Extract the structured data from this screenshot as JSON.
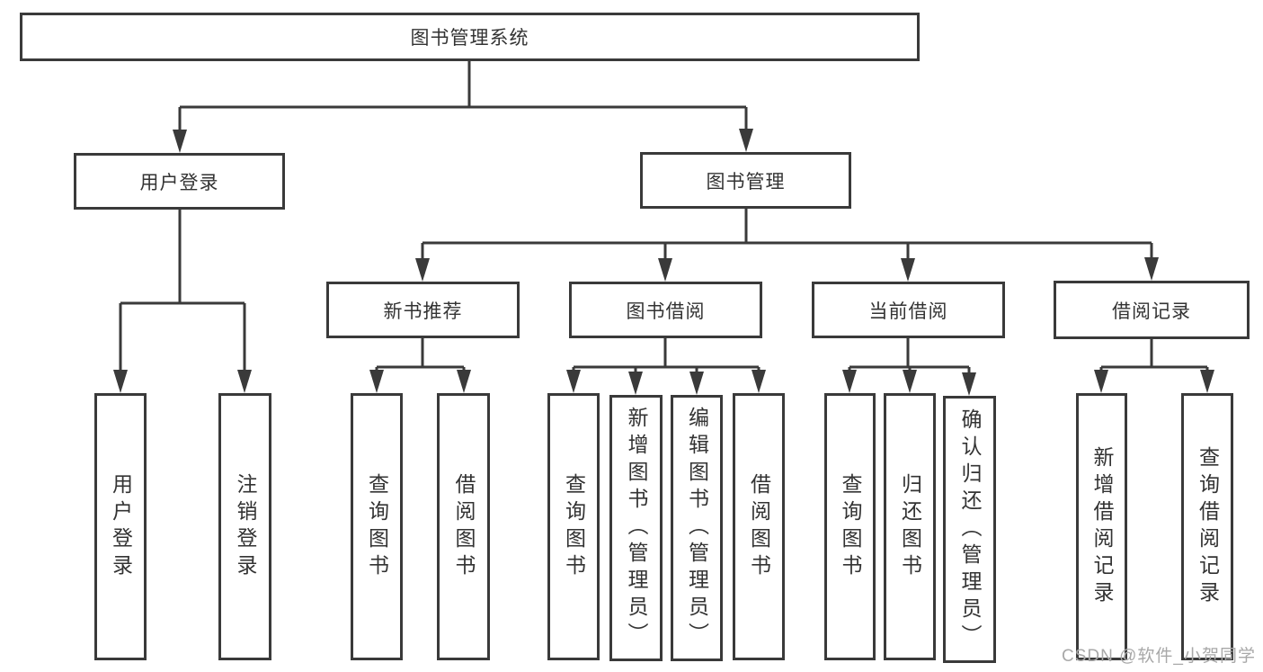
{
  "tree": {
    "root": {
      "label": "图书管理系统"
    },
    "branches": [
      {
        "label": "用户登录",
        "children": [
          {
            "label": "用户登录"
          },
          {
            "label": "注销登录"
          }
        ]
      },
      {
        "label": "图书管理",
        "children": [
          {
            "label": "新书推荐",
            "children": [
              {
                "label": "查询图书"
              },
              {
                "label": "借阅图书"
              }
            ]
          },
          {
            "label": "图书借阅",
            "children": [
              {
                "label": "查询图书"
              },
              {
                "label": "新增图书（管理员）"
              },
              {
                "label": "编辑图书（管理员）"
              },
              {
                "label": "借阅图书"
              }
            ]
          },
          {
            "label": "当前借阅",
            "children": [
              {
                "label": "查询图书"
              },
              {
                "label": "归还图书"
              },
              {
                "label": "确认归还（管理员）"
              }
            ]
          },
          {
            "label": "借阅记录",
            "children": [
              {
                "label": "新增借阅记录"
              },
              {
                "label": "查询借阅记录"
              }
            ]
          }
        ]
      }
    ]
  },
  "watermark": {
    "text": "CSDN @软件_小贺同学"
  },
  "colors": {
    "line": "#3a3a3a",
    "text": "#333333",
    "watermark": "#a8a8a8",
    "background": "#ffffff"
  }
}
